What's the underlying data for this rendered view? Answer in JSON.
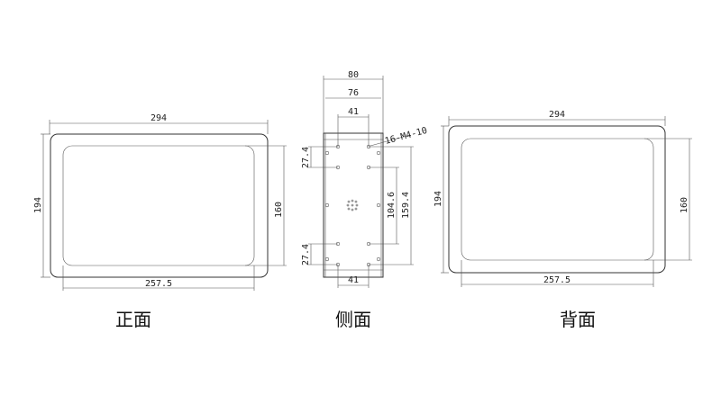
{
  "front": {
    "width": "294",
    "height": "194",
    "screen_height": "160",
    "screen_width": "257.5",
    "label": "正面"
  },
  "side": {
    "depth_outer": "80",
    "depth_inner": "76",
    "hole_spacing_top": "41",
    "hole_spacing_bottom": "41",
    "callout": "16-M4-10",
    "pitch_top": "27.4",
    "pitch_bottom": "27.4",
    "inner_span": "104.6",
    "outer_span": "159.4",
    "label": "侧面"
  },
  "back": {
    "width": "294",
    "height": "194",
    "screen_height": "160",
    "screen_width": "257.5",
    "label": "背面"
  }
}
